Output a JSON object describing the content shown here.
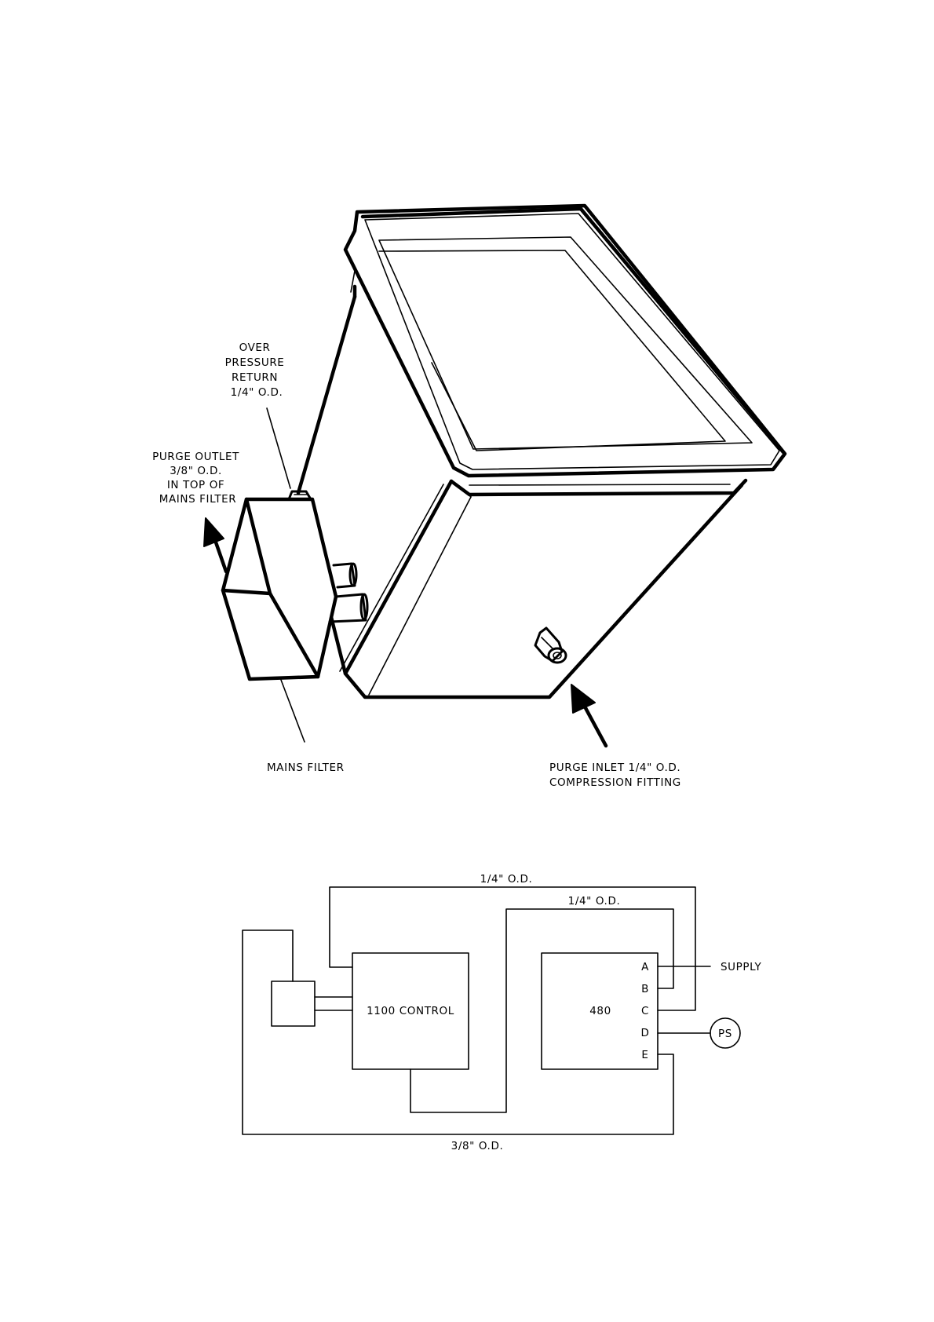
{
  "illustration": {
    "labels": {
      "over_pressure_return": [
        "OVER",
        "PRESSURE",
        "RETURN",
        "1/4\" O.D."
      ],
      "purge_outlet": [
        "PURGE OUTLET",
        "3/8\" O.D.",
        "IN TOP OF",
        "MAINS FILTER"
      ],
      "mains_filter": "MAINS FILTER",
      "purge_inlet": [
        "PURGE INLET 1/4\" O.D.",
        "COMPRESSION FITTING"
      ]
    }
  },
  "schematic": {
    "control_box_label": "1100 CONTROL",
    "unit_box_label": "480",
    "terminals": [
      "A",
      "B",
      "C",
      "D",
      "E"
    ],
    "supply_label": "SUPPLY",
    "pressure_switch_label": "PS",
    "top_line_label": "1/4\" O.D.",
    "inner_line_label": "1/4\" O.D.",
    "bottom_line_label": "3/8\" O.D."
  }
}
